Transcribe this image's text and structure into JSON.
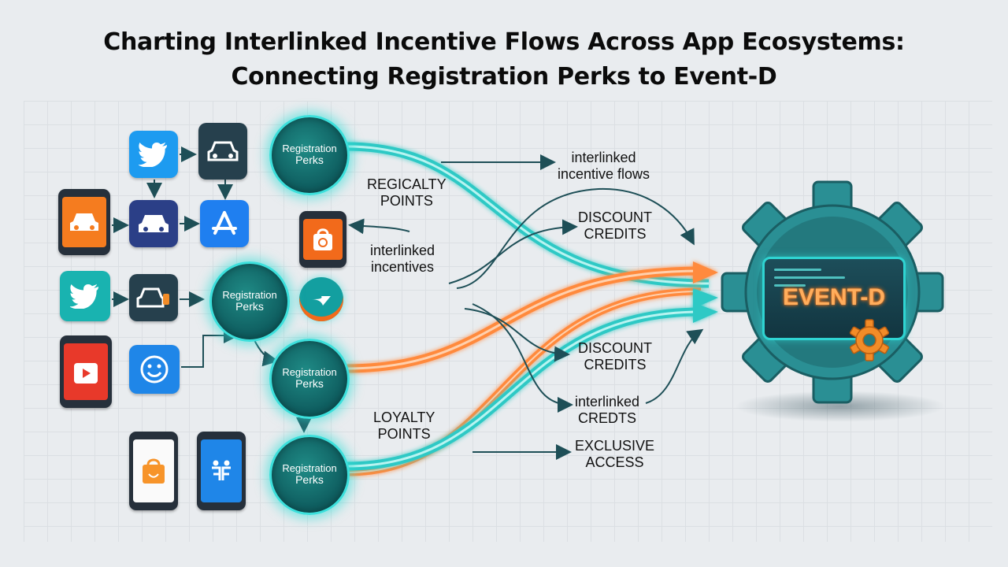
{
  "title": {
    "line1": "Charting Interlinked Incentive Flows Across App Ecosystems:",
    "line2": "Connecting Registration Perks to Event-D"
  },
  "nodes": [
    {
      "line1": "Registration",
      "line2": "Perks"
    },
    {
      "line1": "Registration",
      "line2": "Perks"
    },
    {
      "line1": "Registration",
      "line2": "Perks"
    },
    {
      "line1": "Registration",
      "line2": "Perks"
    }
  ],
  "labels": {
    "regicalty": [
      "REGICALTY",
      "POINTS"
    ],
    "interlinked_incentives": [
      "interlinked",
      "incentives"
    ],
    "loyalty": [
      "LOYALTY",
      "POINTS"
    ],
    "interlinked_flows": [
      "interlinked",
      "incentive flows"
    ],
    "discount_top": [
      "DISCOUNT",
      "CREDITS"
    ],
    "discount_bottom": [
      "DISCOUNT",
      "CREDITS"
    ],
    "interlinked_credits": [
      "interlinked",
      "CREDTS"
    ],
    "exclusive": [
      "EXCLUSIVE",
      "ACCESS"
    ]
  },
  "hub": {
    "label": "EVENT-D"
  },
  "icons": [
    "twitter-icon",
    "car-icon",
    "car-icon",
    "car-icon",
    "app-store-icon",
    "shopping-bag-icon",
    "twitter-icon",
    "car-key-icon",
    "play-video-icon",
    "smiley-icon",
    "shopping-bag-icon",
    "people-icon",
    "send-arrow-icon",
    "gear-icon"
  ],
  "colors": {
    "teal_flow": "#2ec9c5",
    "orange_flow": "#ff8a3d",
    "node_fill": "#0f5e60",
    "hub_gear": "#2a8f94",
    "connector": "#1e4f57"
  }
}
